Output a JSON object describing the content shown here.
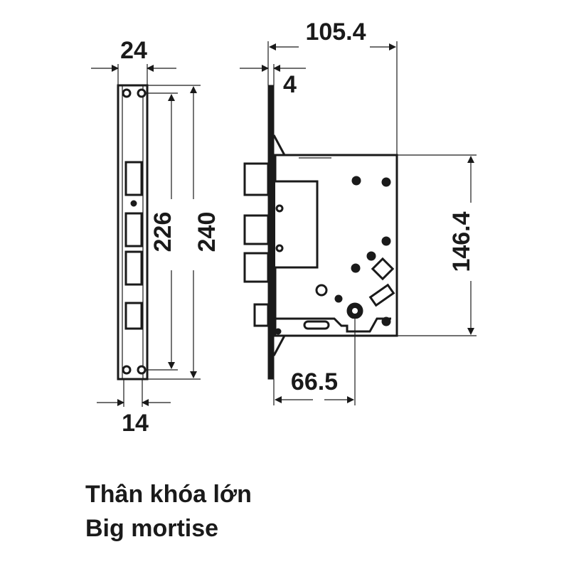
{
  "dimensions": {
    "faceplate_width": "24",
    "case_width": "14",
    "hole_spacing": "226",
    "faceplate_length": "240",
    "total_depth": "105.4",
    "faceplate_thickness": "4",
    "case_height": "146.4",
    "backset": "66.5"
  },
  "caption": {
    "vietnamese": "Thân khóa lớn",
    "english": "Big mortise"
  },
  "colors": {
    "line": "#1a1a1a",
    "background": "#ffffff"
  }
}
